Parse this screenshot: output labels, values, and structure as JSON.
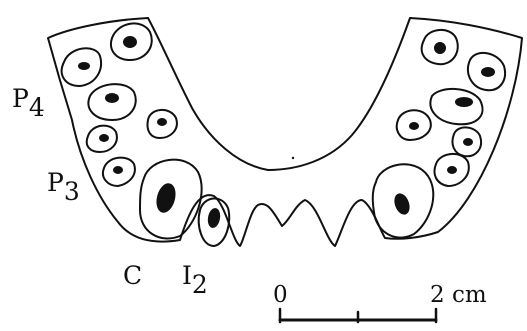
{
  "figure": {
    "labels": {
      "p4": {
        "main": "P",
        "sub": "4"
      },
      "p3": {
        "main": "P",
        "sub": "3"
      },
      "c": {
        "main": "C",
        "sub": ""
      },
      "i2": {
        "main": "I",
        "sub": "2"
      }
    },
    "scale_bar": {
      "start_label": "0",
      "end_label": "2 cm"
    },
    "colors": {
      "ink": "#111111",
      "paper": "#ffffff"
    }
  }
}
